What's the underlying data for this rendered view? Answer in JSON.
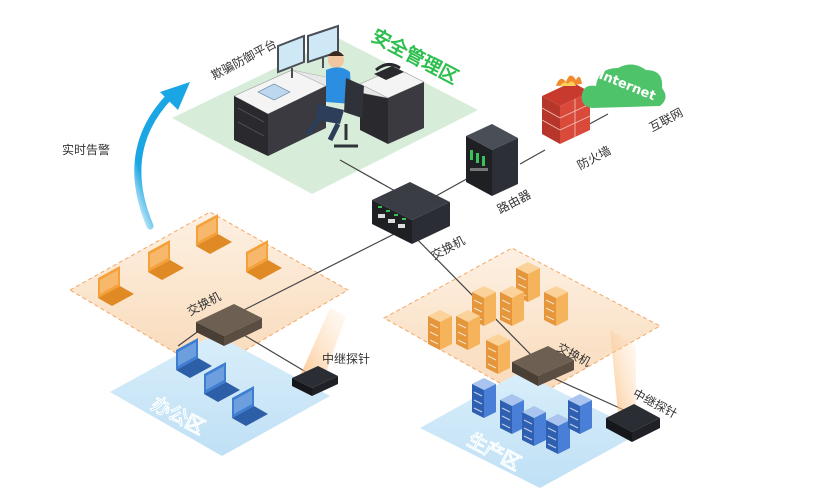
{
  "labels": {
    "deception_platform": "欺骗防御平台",
    "realtime_alert": "实时告警",
    "router": "路由器",
    "firewall": "防火墙",
    "internet_cloud": "Internet",
    "internet": "互联网",
    "core_switch": "交换机",
    "office_switch": "交换机",
    "prod_switch": "交换机",
    "office_probe": "中继探针",
    "prod_probe": "中继探针"
  },
  "zones": {
    "security_mgmt": "安全管理区",
    "office": "办公区",
    "production": "生产区"
  },
  "colors": {
    "security_zone": "#d6ecd8",
    "security_text": "#2dbf4e",
    "office_zone": "#cfe6f7",
    "office_text": "#1b9ddc",
    "prod_zone": "#cfe6f7",
    "orange_zone": "#fbe3cc",
    "alert_arrow": "#1aa6e4",
    "cloud": "#4fc36a",
    "laptop_orange": "#f5a13a",
    "laptop_blue": "#3d7ed3",
    "server_orange": "#f5b35b",
    "server_blue": "#4a7fd8"
  },
  "icons": [
    "laptop-icon",
    "server-icon",
    "switch-icon",
    "probe-icon",
    "router-icon",
    "firewall-icon",
    "cloud-icon",
    "workstation-icon",
    "phone-icon",
    "alert-arrow-icon"
  ]
}
